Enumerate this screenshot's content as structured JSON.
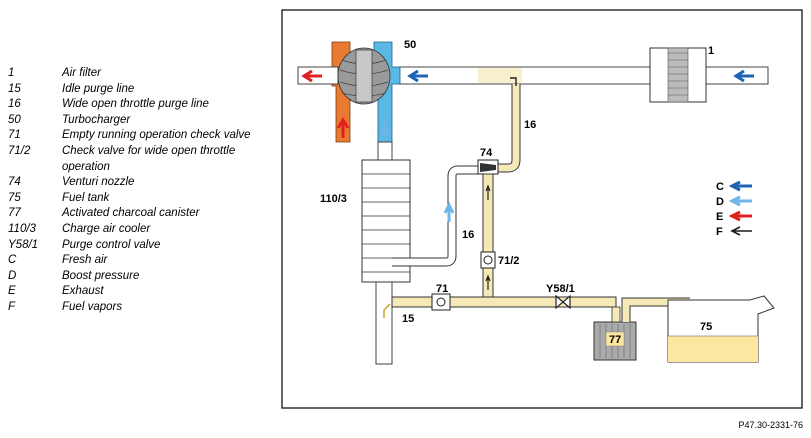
{
  "legend": [
    {
      "key": "1",
      "desc": "Air filter"
    },
    {
      "key": "15",
      "desc": "Idle purge line"
    },
    {
      "key": "16",
      "desc": "Wide open throttle purge line"
    },
    {
      "key": "50",
      "desc": "Turbocharger"
    },
    {
      "key": "71",
      "desc": "Empty running operation check valve"
    },
    {
      "key": "71/2",
      "desc": "Check valve for wide open throttle operation"
    },
    {
      "key": "74",
      "desc": "Venturi nozzle"
    },
    {
      "key": "75",
      "desc": "Fuel tank"
    },
    {
      "key": "77",
      "desc": "Activated charcoal canister"
    },
    {
      "key": "110/3",
      "desc": "Charge air cooler"
    },
    {
      "key": "Y58/1",
      "desc": "Purge control valve"
    },
    {
      "key": "C",
      "desc": "Fresh air"
    },
    {
      "key": "D",
      "desc": "Boost pressure"
    },
    {
      "key": "E",
      "desc": "Exhaust"
    },
    {
      "key": "F",
      "desc": "Fuel vapors"
    }
  ],
  "diagram_labels": {
    "air_filter": "1",
    "turbo": "50",
    "wot_line": "16",
    "wot_line_2": "16",
    "venturi": "74",
    "charge_cooler": "110/3",
    "check_valve_wot": "71/2",
    "check_valve_idle": "71",
    "purge_valve": "Y58/1",
    "idle_line": "15",
    "canister": "77",
    "tank": "75"
  },
  "flow_key": [
    {
      "letter": "C",
      "color": "#1f63b4"
    },
    {
      "letter": "D",
      "color": "#6fb6e6"
    },
    {
      "letter": "E",
      "color": "#e02020"
    },
    {
      "letter": "F",
      "color": "#1a1a1a"
    }
  ],
  "colors": {
    "fresh_air": "#1f63b4",
    "boost": "#6fb6e6",
    "exhaust": "#e02020",
    "vapor": "#f5e9b8",
    "vapor_arrow": "#c8a21e",
    "fuel": "#fbe7a0",
    "turbo_hot": "#e87a32",
    "turbo_cold": "#5ab8e6"
  },
  "doc_ref": "P47.30-2331-76"
}
